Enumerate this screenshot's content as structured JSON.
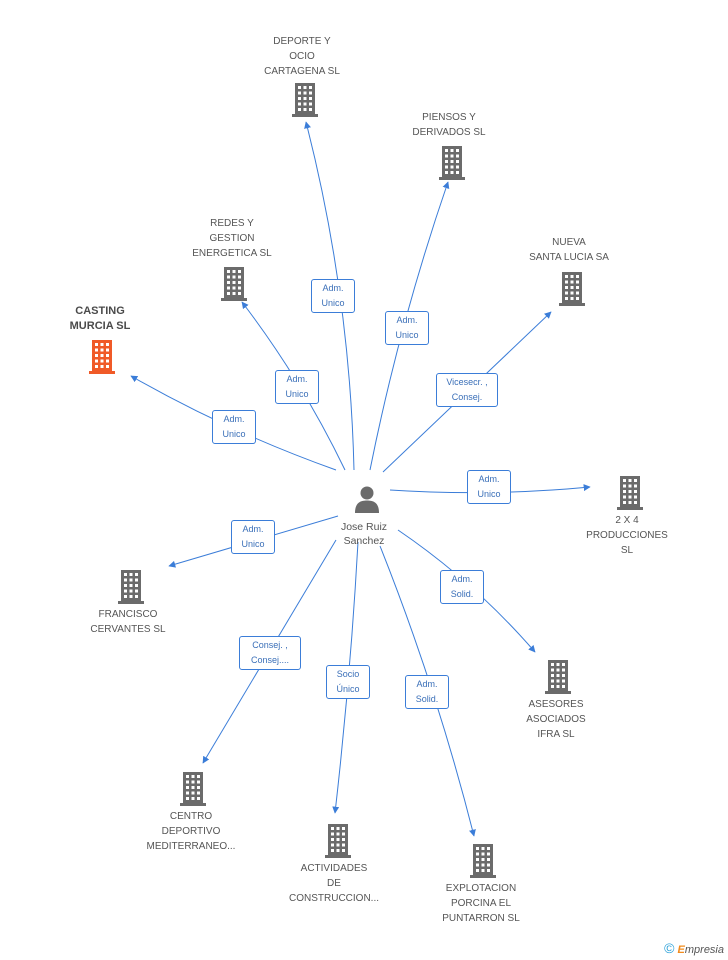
{
  "center": {
    "name": "Jose Ruiz\nSanchez",
    "icon": "person-icon"
  },
  "colors": {
    "edge": "#3b7dd8",
    "building": "#6b6b6b",
    "highlight": "#f05a28"
  },
  "companies": [
    {
      "id": "deporte",
      "label": "DEPORTE Y\nOCIO\nCARTAGENA  SL",
      "role": "Adm.\nUnico",
      "highlight": false
    },
    {
      "id": "piensos",
      "label": "PIENSOS Y\nDERIVADOS SL",
      "role": "Adm.\nUnico",
      "highlight": false
    },
    {
      "id": "redes",
      "label": "REDES Y\nGESTION\nENERGETICA SL",
      "role": "Adm.\nUnico",
      "highlight": false
    },
    {
      "id": "nueva",
      "label": "NUEVA\nSANTA LUCIA SA",
      "role": "Vicesecr. ,\nConsej.",
      "highlight": false
    },
    {
      "id": "casting",
      "label": "CASTING\nMURCIA SL",
      "role": "Adm.\nUnico",
      "highlight": true
    },
    {
      "id": "2x4",
      "label": "2 X 4\nPRODUCCIONES\nSL",
      "role": "Adm.\nUnico",
      "highlight": false
    },
    {
      "id": "francisco",
      "label": "FRANCISCO\nCERVANTES  SL",
      "role": "Adm.\nUnico",
      "highlight": false
    },
    {
      "id": "asesores",
      "label": "ASESORES\nASOCIADOS\nIFRA SL",
      "role": "Adm.\nSolid.",
      "highlight": false
    },
    {
      "id": "centro",
      "label": "CENTRO\nDEPORTIVO\nMEDITERRANEO...",
      "role": "Consej. ,\nConsej....",
      "highlight": false
    },
    {
      "id": "actividades",
      "label": "ACTIVIDADES\nDE\nCONSTRUCCION...",
      "role": "Socio\nÚnico",
      "highlight": false
    },
    {
      "id": "explotacion",
      "label": "EXPLOTACION\nPORCINA EL\nPUNTARRON SL",
      "role": "Adm.\nSolid.",
      "highlight": false
    }
  ],
  "footer": {
    "copyright": "©",
    "brand_first": "E",
    "brand_rest": "mpresia"
  }
}
